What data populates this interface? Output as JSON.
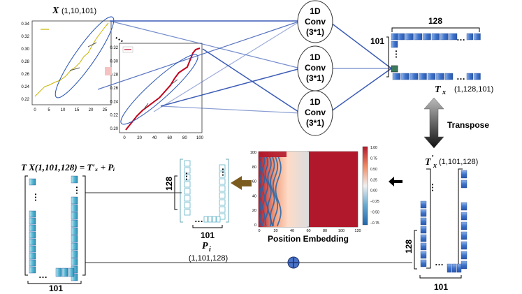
{
  "input": {
    "symbol": "X",
    "shape": "(1,10,101)",
    "plot_a": {
      "xticks": [
        "0",
        "5",
        "10",
        "15",
        "20",
        "25"
      ],
      "yticks": [
        "0.22",
        "0.24",
        "0.26",
        "0.28",
        "0.30",
        "0.32",
        "0.34"
      ]
    },
    "plot_b": {
      "xticks": [
        "0",
        "20",
        "40",
        "60",
        "80",
        "100"
      ],
      "yticks": [
        "0.20",
        "0.22",
        "0.24",
        "0.26",
        "0.28",
        "0.30",
        "0.32"
      ]
    }
  },
  "conv": {
    "blocks": [
      {
        "line1": "1D",
        "line2": "Conv",
        "line3": "(3*1)"
      },
      {
        "line1": "1D",
        "line2": "Conv",
        "line3": "(3*1)"
      },
      {
        "line1": "1D",
        "line2": "Conv",
        "line3": "(3*1)"
      }
    ]
  },
  "tx": {
    "top_dim": "128",
    "side_dim": "101",
    "symbol": "T",
    "sub": "x",
    "shape": "(1,128,101)"
  },
  "transpose_label": "Transpose",
  "txp": {
    "symbol": "T",
    "prime": "′",
    "sub": "x",
    "shape": "(1,101,128)",
    "side_dim": "128",
    "bottom_dim": "101"
  },
  "pe": {
    "label": "Position Embedding",
    "yticks": [
      "0",
      "20",
      "40",
      "60",
      "80",
      "100"
    ],
    "xticks": [
      "0",
      "20",
      "40",
      "60",
      "80",
      "100",
      "120"
    ],
    "cbar_ticks": [
      "1.00",
      "0.75",
      "0.50",
      "0.25",
      "0.00",
      "−0.25",
      "−0.50",
      "−0.75"
    ],
    "colors": {
      "high": "#b2182b",
      "mid": "#dddddd",
      "low": "#2166ac"
    }
  },
  "pi": {
    "side_dim": "128",
    "bottom_dim": "101",
    "symbol": "P",
    "sub": "i",
    "shape": "(1,101,128)"
  },
  "tx_out": {
    "formula": "T X(1,101,128) = T′ₓ + Pᵢ",
    "bottom_dim": "101"
  },
  "dots": "…",
  "colors": {
    "block": "#3a6fc4",
    "block_light": "#7fc6dc",
    "line": "#3b5cb5",
    "arrow": "#7b5a1e"
  }
}
